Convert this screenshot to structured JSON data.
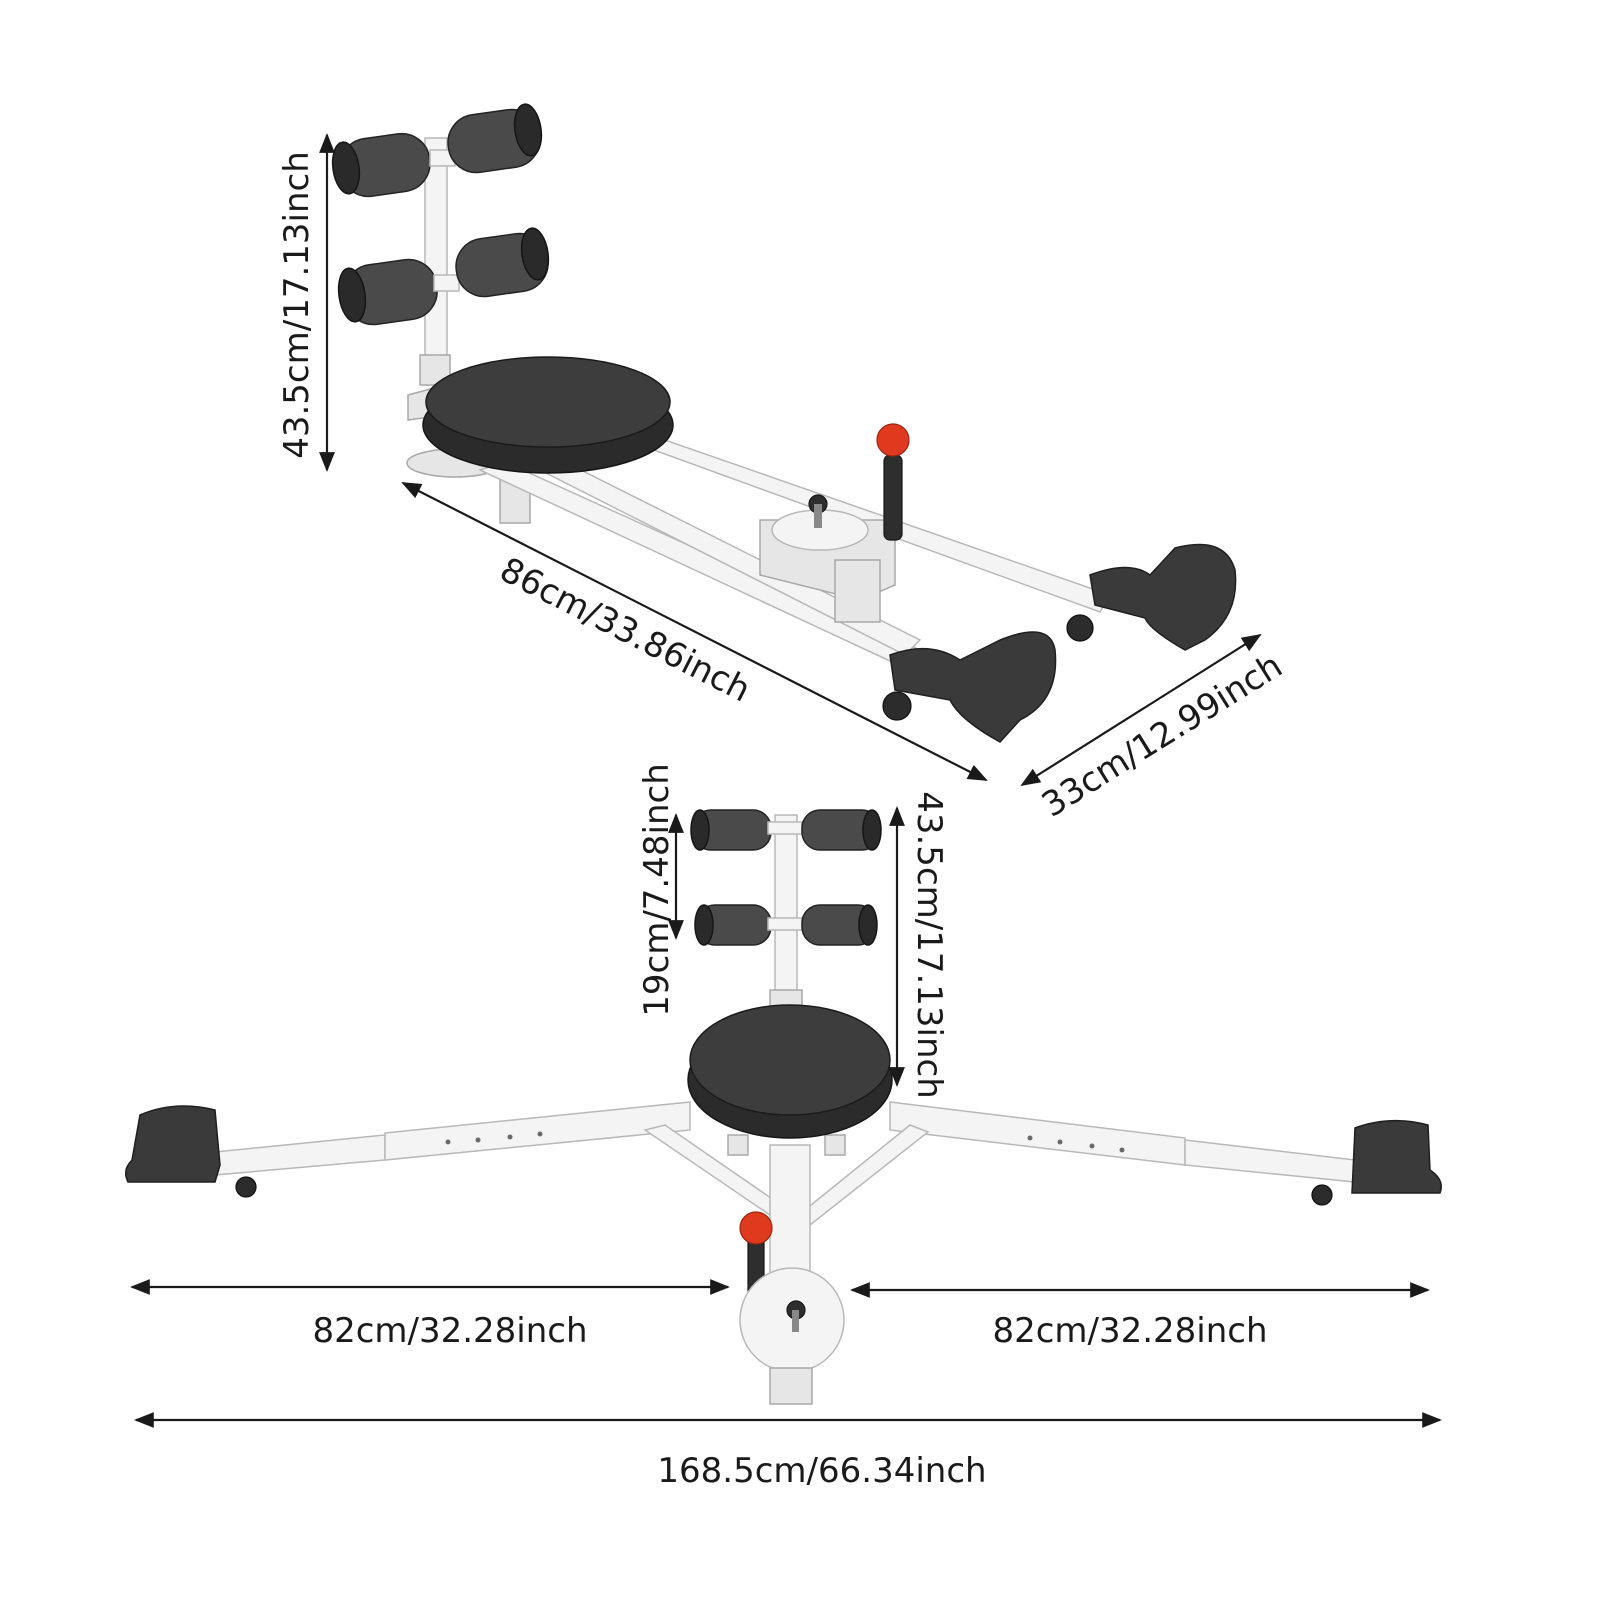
{
  "dimensions": {
    "top_view_height": "43.5cm/17.13inch",
    "top_view_length": "86cm/33.86inch",
    "top_view_width": "33cm/12.99inch",
    "front_pad_spacing": "19cm/7.48inch",
    "front_height": "43.5cm/17.13inch",
    "left_leg": "82cm/32.28inch",
    "right_leg": "82cm/32.28inch",
    "total_span": "168.5cm/66.34inch"
  },
  "colors": {
    "frame": "#f4f4f4",
    "pad": "#3a3a3a",
    "knob": "#e03a1e",
    "dimension_line": "#1a1a1a"
  }
}
